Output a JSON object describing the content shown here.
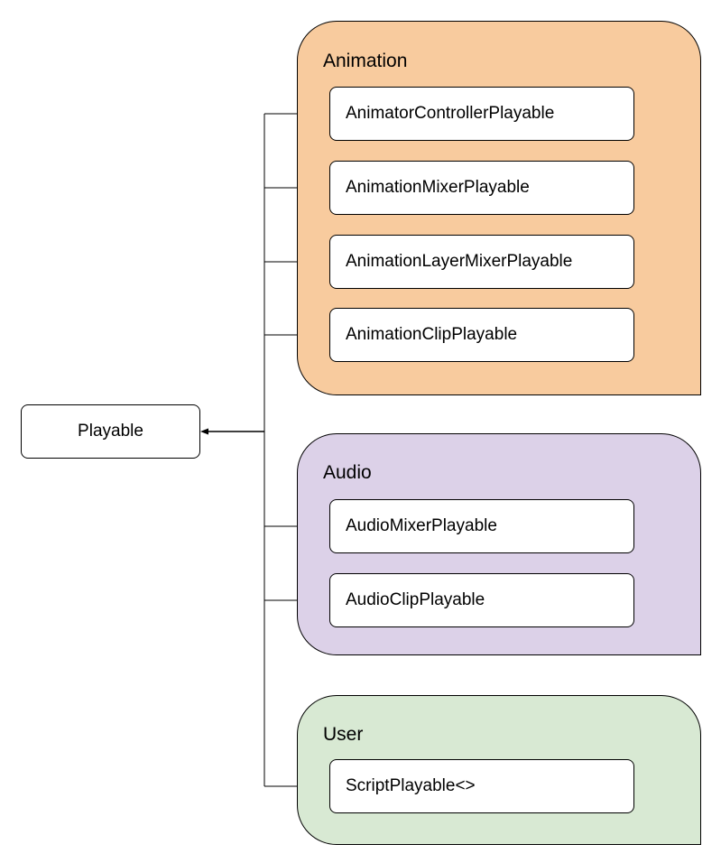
{
  "root": {
    "label": "Playable"
  },
  "groups": [
    {
      "title": "Animation",
      "color": "#f8cb9e",
      "items": [
        "AnimatorControllerPlayable",
        "AnimationMixerPlayable",
        "AnimationLayerMixerPlayable",
        "AnimationClipPlayable"
      ]
    },
    {
      "title": "Audio",
      "color": "#dcd1e8",
      "items": [
        "AudioMixerPlayable",
        "AudioClipPlayable"
      ]
    },
    {
      "title": "User",
      "color": "#d8e9d3",
      "items": [
        "ScriptPlayable<>"
      ]
    }
  ]
}
